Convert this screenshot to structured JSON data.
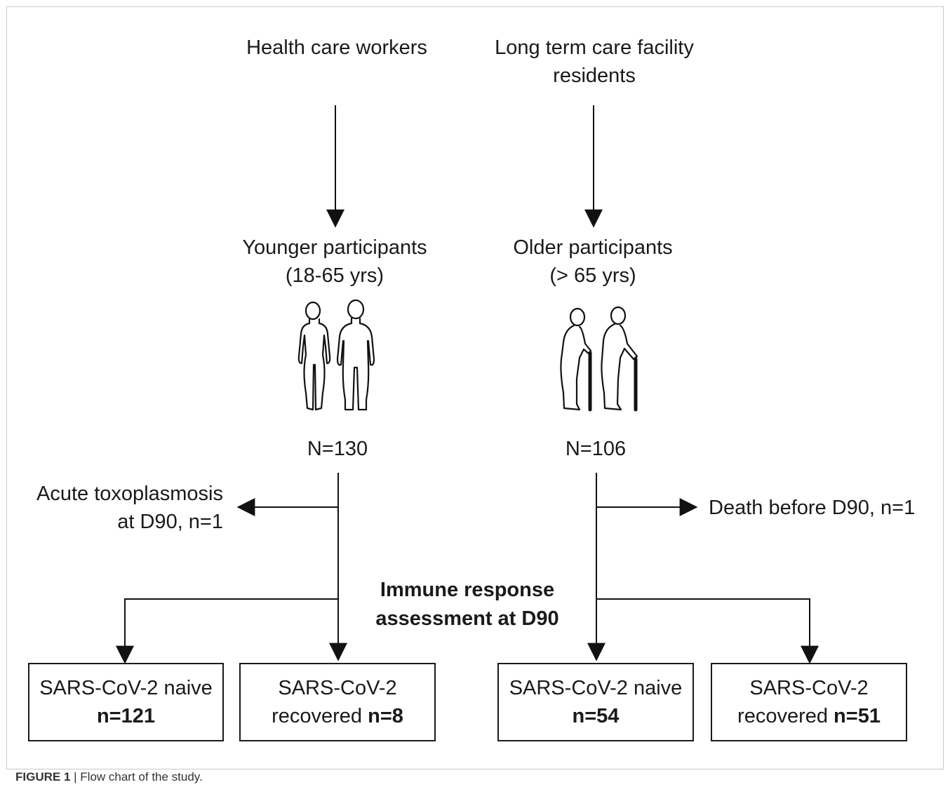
{
  "sources": {
    "left": "Health care workers",
    "right_line1": "Long term care facility",
    "right_line2": "residents"
  },
  "groups": {
    "younger_line1": "Younger participants",
    "younger_line2": "(18-65 yrs)",
    "older_line1": "Older participants",
    "older_line2": "(> 65 yrs)"
  },
  "counts": {
    "younger": "N=130",
    "older": "N=106"
  },
  "exclusions": {
    "left_line1": "Acute toxoplasmosis",
    "left_line2": "at D90, n=1",
    "right": "Death before D90, n=1"
  },
  "assessment": {
    "line1": "Immune response",
    "line2": "assessment at D90"
  },
  "outcomes": [
    {
      "line1": "SARS-CoV-2 naive",
      "prefix": "",
      "bold": "n=121"
    },
    {
      "line1": "SARS-CoV-2",
      "prefix": "recovered ",
      "bold": "n=8"
    },
    {
      "line1": "SARS-CoV-2 naive",
      "prefix": "",
      "bold": "n=54"
    },
    {
      "line1": "SARS-CoV-2",
      "prefix": "recovered ",
      "bold": "n=51"
    }
  ],
  "icons": {
    "younger": "young-adults-icon",
    "older": "elderly-with-canes-icon"
  },
  "caption": {
    "label": "FIGURE 1",
    "separator": " | ",
    "text": "Flow chart of the study."
  }
}
